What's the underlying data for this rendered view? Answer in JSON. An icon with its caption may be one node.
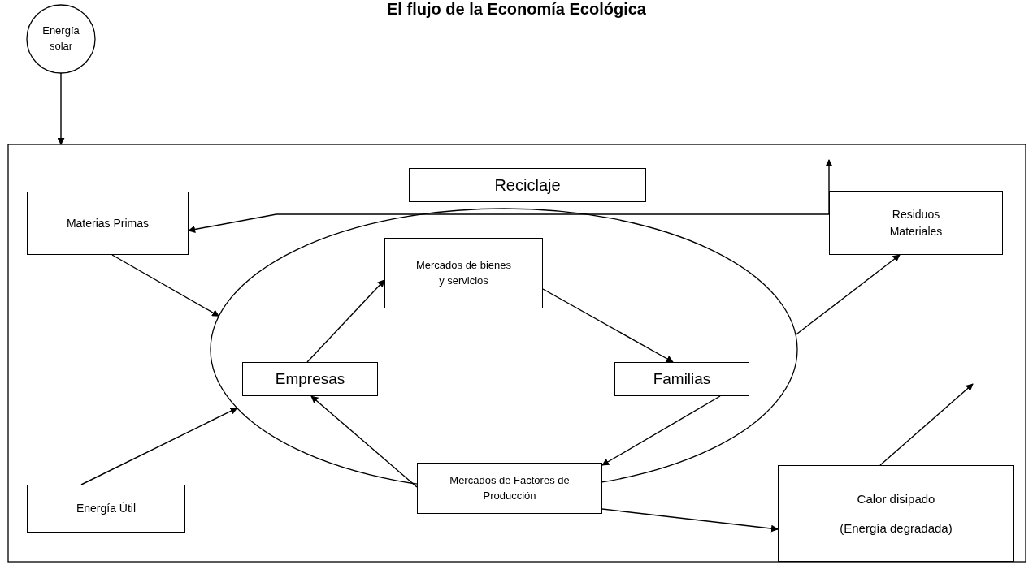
{
  "diagram": {
    "title": "El flujo de la Economía Ecológica",
    "nodes": [
      {
        "text": [
          "Energía solar"
        ]
      },
      {
        "text": [],
        "shape": "box"
      },
      {
        "text": [
          "Reciclaje"
        ],
        "in": 1
      },
      {
        "text": [
          "Materias Primas"
        ],
        "in": 1
      },
      {
        "text": [
          "Residuos Materiales"
        ],
        "in": 1
      },
      {
        "text": [],
        "shape": "ellipse",
        "in": 1
      },
      {
        "text": [
          "Mercados de bienes y servicios"
        ],
        "in": 5
      },
      {
        "text": [
          "Empresas"
        ],
        "in": 5
      },
      {
        "text": [
          "Familias"
        ],
        "in": 5
      },
      {
        "text": [
          "Mercados de Factores de Producción"
        ],
        "in": 1
      },
      {
        "text": [
          "Energía Útil"
        ],
        "in": 1
      },
      {
        "text": [
          "Calor disipado",
          "(Energía degradada)"
        ],
        "in": 1
      }
    ],
    "edges": [
      {
        "from": 0,
        "to": 1,
        "arrow": "to"
      },
      {
        "from": 4,
        "to": 3,
        "arrow": "to"
      },
      {
        "from": 4,
        "to": null,
        "arrow": "to"
      },
      {
        "from": 3,
        "to": 5,
        "arrow": "to"
      },
      {
        "from": 7,
        "to": 6,
        "arrow": "to"
      },
      {
        "from": 6,
        "to": 8,
        "arrow": "to"
      },
      {
        "from": 8,
        "to": 9,
        "arrow": "to"
      },
      {
        "from": 9,
        "to": 7,
        "arrow": "to"
      },
      {
        "from": 5,
        "to": 4,
        "arrow": "to"
      },
      {
        "from": 10,
        "to": 5,
        "arrow": "to"
      },
      {
        "from": 11,
        "to": null,
        "arrow": "to"
      },
      {
        "from": 9,
        "to": 11,
        "arrow": "to"
      }
    ]
  }
}
